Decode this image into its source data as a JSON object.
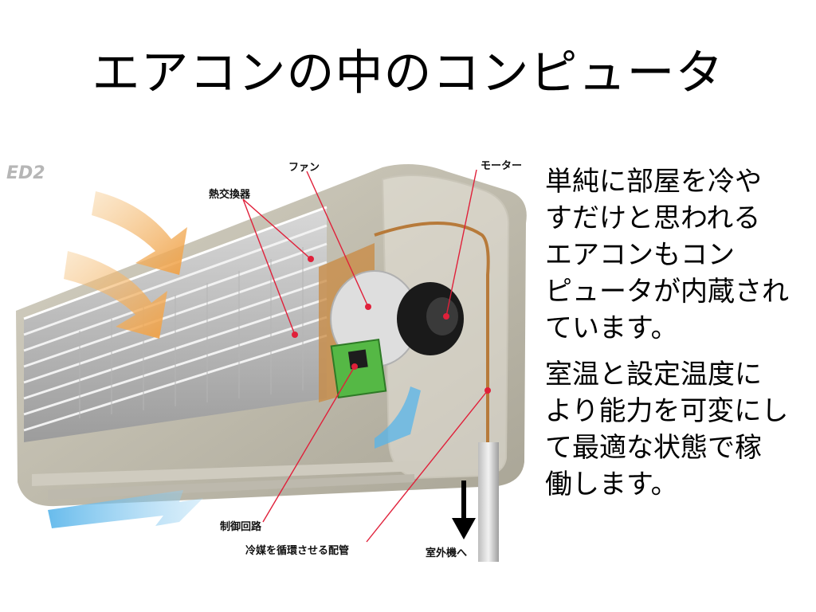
{
  "slide": {
    "title": "エアコンの中のコンピュータ"
  },
  "diagram": {
    "logo": "ED2",
    "labels": {
      "fan": "ファン",
      "motor": "モーター",
      "heat_exchanger": "熱交換器",
      "control_circuit": "制御回路",
      "refrigerant_pipe": "冷媒を循環させる配管",
      "outdoor_unit": "室外機へ"
    }
  },
  "body": {
    "para1": [
      "単純に部屋を冷や",
      "すだけと思われる",
      "エアコンもコン",
      "ピュータが内蔵され",
      "ています。"
    ],
    "para2": [
      "室温と設定温度に",
      "より能力を可変にし",
      "て最適な状態で稼",
      "働します。"
    ]
  }
}
